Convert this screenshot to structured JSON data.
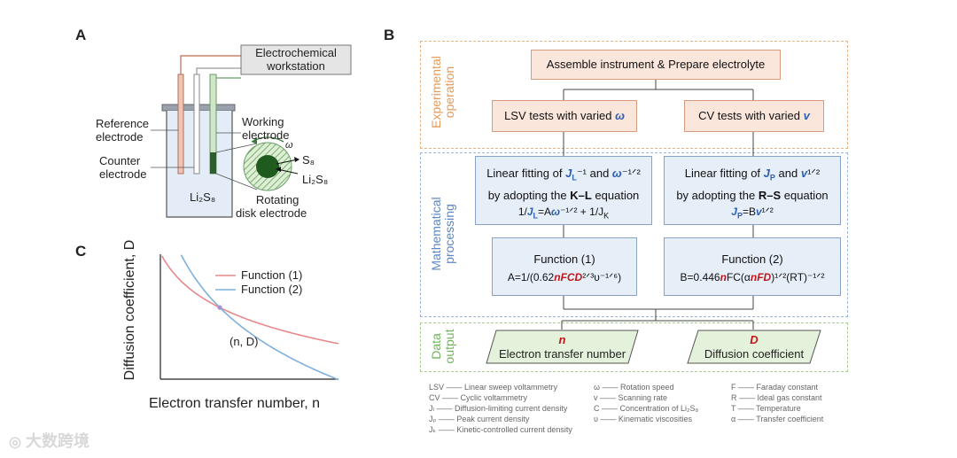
{
  "panels": {
    "a": "A",
    "b": "B",
    "c": "C"
  },
  "panel_a": {
    "workstation": [
      "Electrochemical",
      "workstation"
    ],
    "reference": [
      "Reference",
      "electrode"
    ],
    "counter": [
      "Counter",
      "electrode"
    ],
    "working": [
      "Working",
      "electrode"
    ],
    "rotating": [
      "Rotating",
      "disk electrode"
    ],
    "omega": "ω",
    "s8": "S₈",
    "li2s8": "Li₂S₈",
    "cell_label": "Li₂S₈"
  },
  "panel_b": {
    "sections": {
      "experimental": [
        "Experimental",
        "operation"
      ],
      "mathematical": [
        "Mathematical",
        "processing"
      ],
      "data": [
        "Data",
        "output"
      ]
    },
    "top_box": "Assemble instrument & Prepare electrolyte",
    "lsv_box": {
      "text": "LSV tests with varied ",
      "var": "ω"
    },
    "cv_box": {
      "text": "CV tests with varied ",
      "var": "v"
    },
    "fit_left": {
      "line1_a": "Linear fitting of ",
      "jl": "J",
      "jl_sub": "L",
      "line1_b": "⁻¹ and ",
      "w": "ω",
      "line1_c": "⁻¹ᐟ²",
      "line2_a": "by adopting the ",
      "eq": "K–L",
      "line2_b": " equation",
      "formula_a": "1/",
      "formula_jl": "J",
      "formula_jl_sub": "L",
      "formula_b": "=A",
      "formula_w": "ω",
      "formula_c": "⁻¹ᐟ² + 1/J",
      "formula_k": "K"
    },
    "fit_right": {
      "line1_a": "Linear fitting of ",
      "jp": "J",
      "jp_sub": "P",
      "line1_b": " and ",
      "v": "v",
      "line1_c": "¹ᐟ²",
      "line2_a": "by adopting the ",
      "eq": "R–S",
      "line2_b": " equation",
      "formula_jp": "J",
      "formula_jp_sub": "P",
      "formula_b": "=B",
      "formula_v": "v",
      "formula_c": "¹ᐟ²"
    },
    "func1": {
      "title": "Function (1)",
      "f_a": "A=1/(0.62",
      "f_nfcd": "nFCD",
      "f_b": "²ᐟ³υ⁻¹ᐟ⁶)"
    },
    "func2": {
      "title": "Function (2)",
      "f_a": "B=0.446",
      "f_n": "n",
      "f_b": "FC(α",
      "f_nfd": "nFD",
      "f_c": ")¹ᐟ²(RT)⁻¹ᐟ²"
    },
    "out_left": {
      "var": "n",
      "text": "Electron transfer number"
    },
    "out_right": {
      "var": "D",
      "text": "Diffusion coefficient"
    },
    "legend": [
      [
        "LSV —— Linear sweep voltammetry",
        "CV —— Cyclic voltammetry",
        "Jₗ —— Diffusion-limiting current density",
        "Jₚ —— Peak current density",
        "Jₖ —— Kinetic-controlled current density"
      ],
      [
        "ω —— Rotation speed",
        "v —— Scanning rate",
        "C —— Concentration of Li₂S₈",
        "υ —— Kinematic viscosities"
      ],
      [
        "F —— Faraday constant",
        "R —— Ideal gas constant",
        "T —— Temperature",
        "α —— Transfer coefficient"
      ]
    ]
  },
  "panel_c": {
    "ylabel": "Diffusion coefficient, D",
    "xlabel": "Electron transfer number, n",
    "legend1": "Function (1)",
    "legend2": "Function (2)",
    "point": "(n, D)",
    "color1": "#e8888a",
    "color2": "#7fb0dc"
  },
  "chart_data": {
    "type": "line",
    "title": "",
    "xlabel": "Electron transfer number, n",
    "ylabel": "Diffusion coefficient, D",
    "series": [
      {
        "name": "Function (1)",
        "shape": "D ∝ n^(-3/2)"
      },
      {
        "name": "Function (2)",
        "shape": "D ∝ n^(-3)"
      }
    ],
    "annotations": [
      "(n, D)"
    ]
  },
  "watermark": "大数跨境"
}
